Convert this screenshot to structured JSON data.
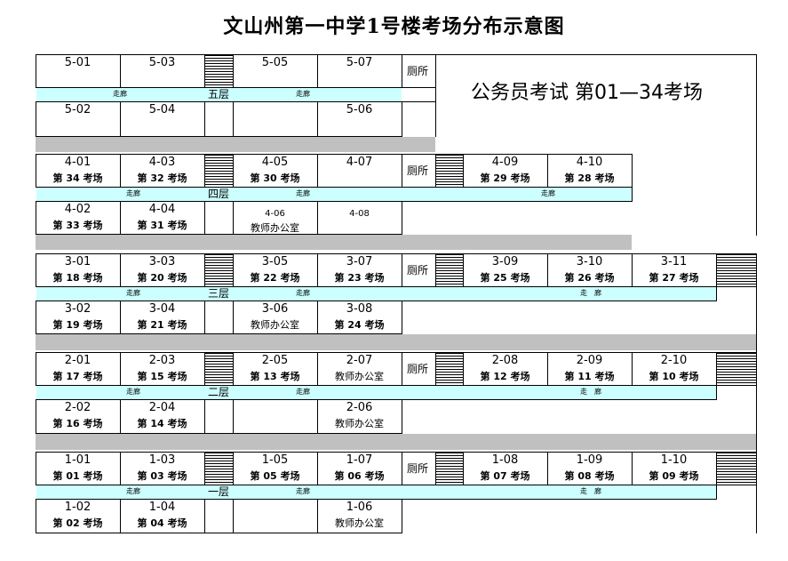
{
  "title": "文山州第一中学1号楼考场分布示意图",
  "caption": "公务员考试  第01—34考场",
  "floors": [
    {
      "floor_label": "五层",
      "restroom": "厕所",
      "corridor_labels": [
        "走廊",
        "走廊"
      ],
      "rooms": [
        {
          "room": "5-01"
        },
        {
          "room": "5-03"
        },
        {
          "room": "5-05"
        },
        {
          "room": "5-07"
        },
        {
          "room": "5-02"
        },
        {
          "room": "5-04"
        },
        {
          "room": "5-06"
        }
      ]
    },
    {
      "floor_label": "四层",
      "restroom": "厕所",
      "corridor_labels": [
        "走廊",
        "走廊",
        "走廊"
      ],
      "rooms": [
        {
          "room": "4-01",
          "label": "第 34 考场"
        },
        {
          "room": "4-03",
          "label": "第 32 考场"
        },
        {
          "room": "4-05",
          "label": "第 30 考场"
        },
        {
          "room": "4-07"
        },
        {
          "room": "4-09",
          "label": "第 29 考场"
        },
        {
          "room": "4-10",
          "label": "第 28 考场"
        },
        {
          "room": "4-02",
          "label": "第 33 考场"
        },
        {
          "room": "4-04",
          "label": "第 31 考场"
        },
        {
          "room": "4-06",
          "label": "教师办公室"
        },
        {
          "room": "4-08"
        }
      ]
    },
    {
      "floor_label": "三层",
      "restroom": "厕所",
      "corridor_labels": [
        "走廊",
        "走廊",
        "走　廊"
      ],
      "rooms": [
        {
          "room": "3-01",
          "label": "第 18 考场"
        },
        {
          "room": "3-03",
          "label": "第 20 考场"
        },
        {
          "room": "3-05",
          "label": "第 22 考场"
        },
        {
          "room": "3-07",
          "label": "第 23 考场"
        },
        {
          "room": "3-09",
          "label": "第 25 考场"
        },
        {
          "room": "3-10",
          "label": "第 26 考场"
        },
        {
          "room": "3-11",
          "label": "第 27 考场"
        },
        {
          "room": "3-02",
          "label": "第 19 考场"
        },
        {
          "room": "3-04",
          "label": "第 21 考场"
        },
        {
          "room": "3-06",
          "label": "教师办公室"
        },
        {
          "room": "3-08",
          "label": "第 24 考场"
        }
      ]
    },
    {
      "floor_label": "二层",
      "restroom": "厕所",
      "corridor_labels": [
        "走廊",
        "走廊",
        "走　廊"
      ],
      "rooms": [
        {
          "room": "2-01",
          "label": "第 17 考场"
        },
        {
          "room": "2-03",
          "label": "第 15 考场"
        },
        {
          "room": "2-05",
          "label": "第 13 考场"
        },
        {
          "room": "2-07",
          "label": "教师办公室"
        },
        {
          "room": "2-08",
          "label": "第 12 考场"
        },
        {
          "room": "2-09",
          "label": "第 11 考场"
        },
        {
          "room": "2-10",
          "label": "第 10 考场"
        },
        {
          "room": "2-02",
          "label": "第 16 考场"
        },
        {
          "room": "2-04",
          "label": "第 14 考场"
        },
        {
          "room": "2-06",
          "label": "教师办公室"
        }
      ]
    },
    {
      "floor_label": "一层",
      "restroom": "厕所",
      "corridor_labels": [
        "走廊",
        "走廊",
        "走　廊"
      ],
      "rooms": [
        {
          "room": "1-01",
          "label": "第 01 考场"
        },
        {
          "room": "1-03",
          "label": "第 03 考场"
        },
        {
          "room": "1-05",
          "label": "第 05 考场"
        },
        {
          "room": "1-07",
          "label": "第 06 考场"
        },
        {
          "room": "1-08",
          "label": "第 07 考场"
        },
        {
          "room": "1-09",
          "label": "第 08 考场"
        },
        {
          "room": "1-10",
          "label": "第 09 考场"
        },
        {
          "room": "1-02",
          "label": "第 02 考场"
        },
        {
          "room": "1-04",
          "label": "第 04 考场"
        },
        {
          "room": "1-06",
          "label": "教师办公室"
        }
      ]
    }
  ],
  "colors": {
    "corridor": "#ccffff",
    "floor_gap": "#c0c0c0",
    "lines": "#000000"
  }
}
